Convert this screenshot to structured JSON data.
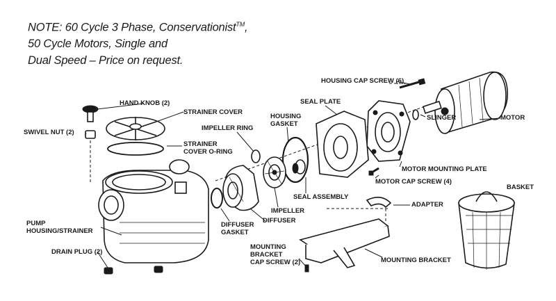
{
  "note": {
    "line1": "NOTE: 60 Cycle 3 Phase, Conservationist",
    "line1_tm": "TM",
    "line1_end": ",",
    "line2": "50 Cycle Motors, Single and",
    "line3": "Dual Speed – Price on request."
  },
  "labels": {
    "housing_cap_screw": "HOUSING CAP SCREW (6)",
    "seal_plate": "SEAL PLATE",
    "motor": "MOTOR",
    "hand_knob": "HAND KNOB (2)",
    "strainer_cover": "STRAINER COVER",
    "housing_gasket_1": "HOUSING",
    "housing_gasket_2": "GASKET",
    "impeller_ring": "IMPELLER RING",
    "swivel_nut": "SWIVEL NUT (2)",
    "strainer_cover_oring_1": "STRAINER",
    "strainer_cover_oring_2": "COVER O-RING",
    "slinger": "SLINGER",
    "motor_mounting_plate": "MOTOR MOUNTING PLATE",
    "motor_cap_screw": "MOTOR CAP SCREW (4)",
    "basket": "BASKET",
    "seal_assembly": "SEAL ASSEMBLY",
    "adapter": "ADAPTER",
    "impeller": "IMPELLER",
    "diffuser_gasket_1": "DIFFUSER",
    "diffuser_gasket_2": "GASKET",
    "diffuser": "DIFFUSER",
    "pump_housing_1": "PUMP",
    "pump_housing_2": "HOUSING/STRAINER",
    "drain_plug": "DRAIN PLUG (2)",
    "mounting_bracket_screw_1": "MOUNTING",
    "mounting_bracket_screw_2": "BRACKET",
    "mounting_bracket_screw_3": "CAP SCREW (2)",
    "mounting_bracket": "MOUNTING BRACKET"
  }
}
